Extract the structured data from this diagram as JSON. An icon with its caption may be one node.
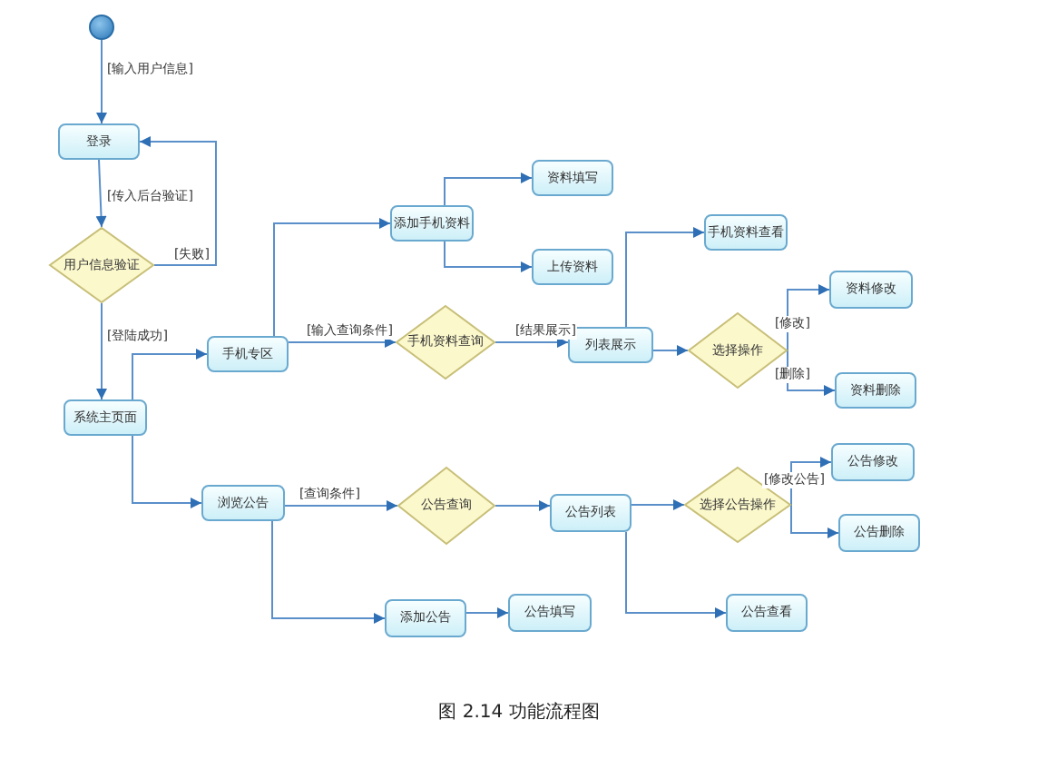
{
  "diagram": {
    "caption": "图 2.14 功能流程图",
    "nodes": [
      {
        "text": [],
        "shape": "circle"
      },
      {
        "text": [
          "登录"
        ]
      },
      {
        "text": [
          "用户信息验证"
        ]
      },
      {
        "text": [
          "系统主页面"
        ]
      },
      {
        "text": [
          "手机专区"
        ]
      },
      {
        "text": [
          "添加手机资料"
        ]
      },
      {
        "text": [
          "资料填写"
        ]
      },
      {
        "text": [
          "上传资料"
        ]
      },
      {
        "text": [
          "手机资料查询"
        ]
      },
      {
        "text": [
          "列表展示"
        ]
      },
      {
        "text": [
          "手机资料查看"
        ]
      },
      {
        "text": [
          "选择操作"
        ]
      },
      {
        "text": [
          "资料修改"
        ]
      },
      {
        "text": [
          "资料删除"
        ]
      },
      {
        "text": [
          "浏览公告"
        ]
      },
      {
        "text": [
          "公告查询"
        ]
      },
      {
        "text": [
          "公告列表"
        ]
      },
      {
        "text": [
          "选择公告操作"
        ]
      },
      {
        "text": [
          "公告修改"
        ]
      },
      {
        "text": [
          "公告删除"
        ]
      },
      {
        "text": [
          "公告查看"
        ]
      },
      {
        "text": [
          "添加公告"
        ]
      },
      {
        "text": [
          "公告填写"
        ]
      }
    ],
    "edges": [
      {
        "from": 0,
        "to": 1,
        "arrow": "to",
        "label": "[输入用户信息]"
      },
      {
        "from": 1,
        "to": 2,
        "arrow": "to",
        "label": "[传入后台验证]"
      },
      {
        "from": 2,
        "to": 1,
        "arrow": "to",
        "label": "[失败]"
      },
      {
        "from": 2,
        "to": 3,
        "arrow": "to",
        "label": "[登陆成功]"
      },
      {
        "from": 3,
        "to": 4,
        "arrow": "to"
      },
      {
        "from": 3,
        "to": 14,
        "arrow": "to"
      },
      {
        "from": 4,
        "to": 5,
        "arrow": "to"
      },
      {
        "from": 4,
        "to": 8,
        "arrow": "to",
        "label": "[输入查询条件]"
      },
      {
        "from": 5,
        "to": 6,
        "arrow": "to"
      },
      {
        "from": 5,
        "to": 7,
        "arrow": "to"
      },
      {
        "from": 8,
        "to": 9,
        "arrow": "to",
        "label": "[结果展示]"
      },
      {
        "from": 9,
        "to": 10,
        "arrow": "to"
      },
      {
        "from": 9,
        "to": 11,
        "arrow": "to"
      },
      {
        "from": 11,
        "to": 12,
        "arrow": "to",
        "label": "[修改]"
      },
      {
        "from": 11,
        "to": 13,
        "arrow": "to",
        "label": "[删除]"
      },
      {
        "from": 14,
        "to": 15,
        "arrow": "to",
        "label": "[查询条件]"
      },
      {
        "from": 14,
        "to": 21,
        "arrow": "to"
      },
      {
        "from": 15,
        "to": 16,
        "arrow": "to"
      },
      {
        "from": 16,
        "to": 17,
        "arrow": "to"
      },
      {
        "from": 16,
        "to": 20,
        "arrow": "to"
      },
      {
        "from": 17,
        "to": 18,
        "arrow": "to",
        "label": "[修改公告]"
      },
      {
        "from": 17,
        "to": 19,
        "arrow": "to"
      },
      {
        "from": 21,
        "to": 22,
        "arrow": "to"
      }
    ]
  }
}
